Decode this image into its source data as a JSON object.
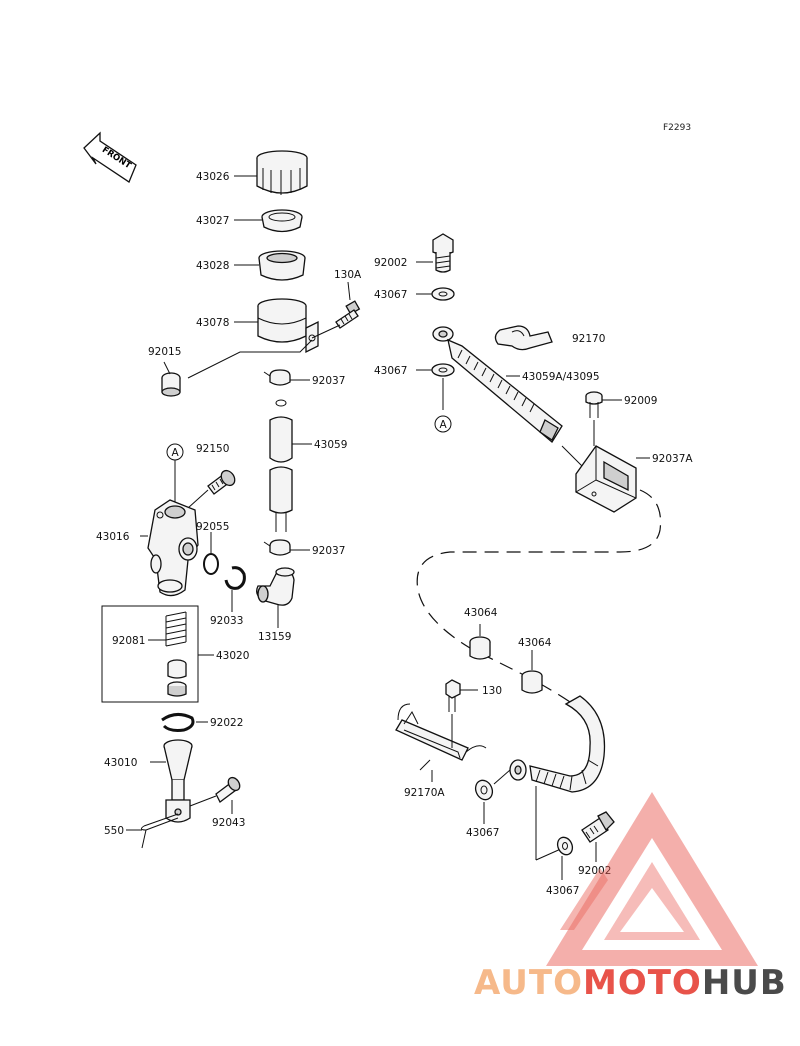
{
  "diagram_code": "F2293",
  "front_arrow": "FRONT",
  "ref_marker": "A",
  "callouts": {
    "p43026": "43026",
    "p43027": "43027",
    "p43028": "43028",
    "p43078": "43078",
    "p130A": "130A",
    "p92015": "92015",
    "p92037_top": "92037",
    "p43059": "43059",
    "p92150": "92150",
    "p43016": "43016",
    "p92055": "92055",
    "p92037_low": "92037",
    "p92033": "92033",
    "p13159": "13159",
    "p92081": "92081",
    "p43020": "43020",
    "p92022": "92022",
    "p43010": "43010",
    "p92043": "92043",
    "p550": "550",
    "p92002_top": "92002",
    "p43067_a": "43067",
    "p43067_b": "43067",
    "p92170": "92170",
    "p43059A": "43059A/43095",
    "p92009": "92009",
    "p92037A": "92037A",
    "p43064_a": "43064",
    "p43064_b": "43064",
    "p130": "130",
    "p92170A": "92170A",
    "p43067_c": "43067",
    "p92002_low": "92002",
    "p43067_d": "43067"
  },
  "watermark": {
    "part1": "AUTO",
    "part2": "MOTO",
    "part3": "HUB",
    "color_light": "#f6b98a",
    "color_red": "#e8534a",
    "color_dark": "#4a4a4a"
  }
}
